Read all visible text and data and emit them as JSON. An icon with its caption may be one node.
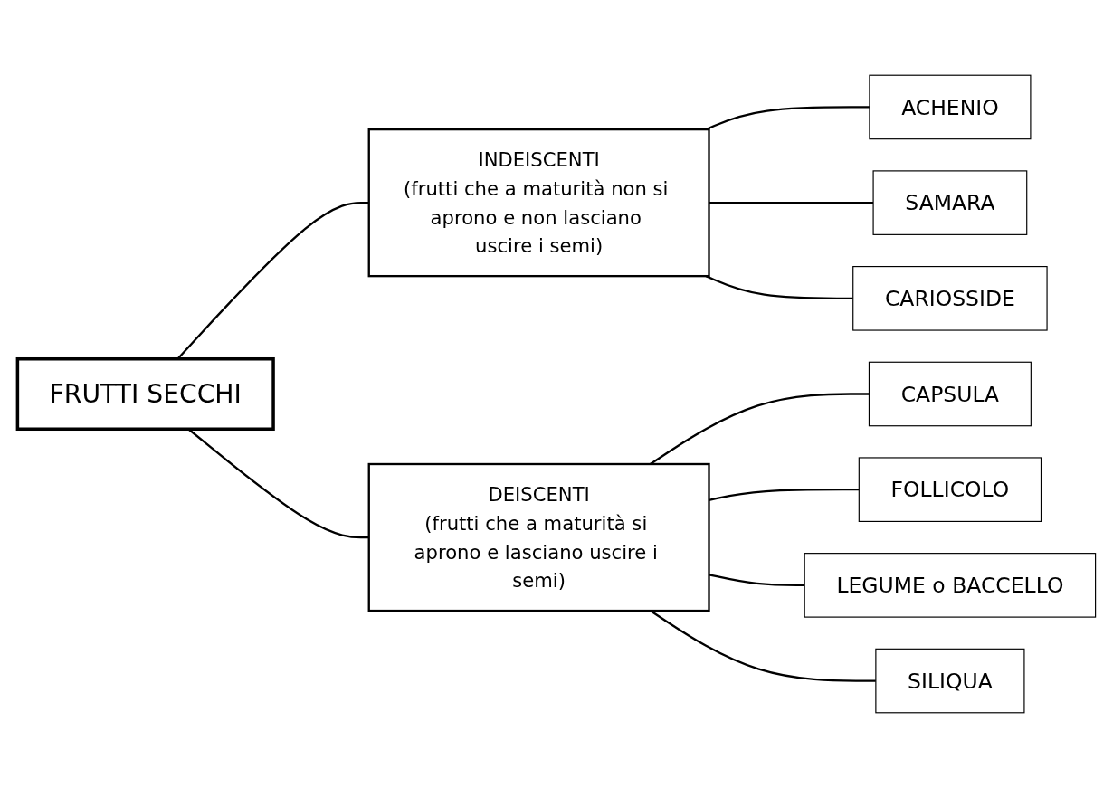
{
  "diagram": {
    "nodes": [
      {
        "text": [
          "FRUTTI SECCHI"
        ]
      },
      {
        "text": [
          "INDEISCENTI",
          "(frutti che a maturità non si aprono e non lasciano uscire i semi)"
        ]
      },
      {
        "text": [
          "ACHENIO"
        ]
      },
      {
        "text": [
          "SAMARA"
        ]
      },
      {
        "text": [
          "CARIOSSIDE"
        ]
      },
      {
        "text": [
          "DEISCENTI",
          "(frutti che a maturità si aprono e lasciano uscire i semi)"
        ]
      },
      {
        "text": [
          "CAPSULA"
        ]
      },
      {
        "text": [
          "FOLLICOLO"
        ]
      },
      {
        "text": [
          "LEGUME o BACCELLO"
        ]
      },
      {
        "text": [
          "SILIQUA"
        ]
      }
    ],
    "edges": [
      {
        "from": 0,
        "to": 1,
        "arrow": "none"
      },
      {
        "from": 0,
        "to": 5,
        "arrow": "none"
      },
      {
        "from": 1,
        "to": 2,
        "arrow": "none"
      },
      {
        "from": 1,
        "to": 3,
        "arrow": "none"
      },
      {
        "from": 1,
        "to": 4,
        "arrow": "none"
      },
      {
        "from": 5,
        "to": 6,
        "arrow": "none"
      },
      {
        "from": 5,
        "to": 7,
        "arrow": "none"
      },
      {
        "from": 5,
        "to": 8,
        "arrow": "none"
      },
      {
        "from": 5,
        "to": 9,
        "arrow": "none"
      }
    ]
  }
}
